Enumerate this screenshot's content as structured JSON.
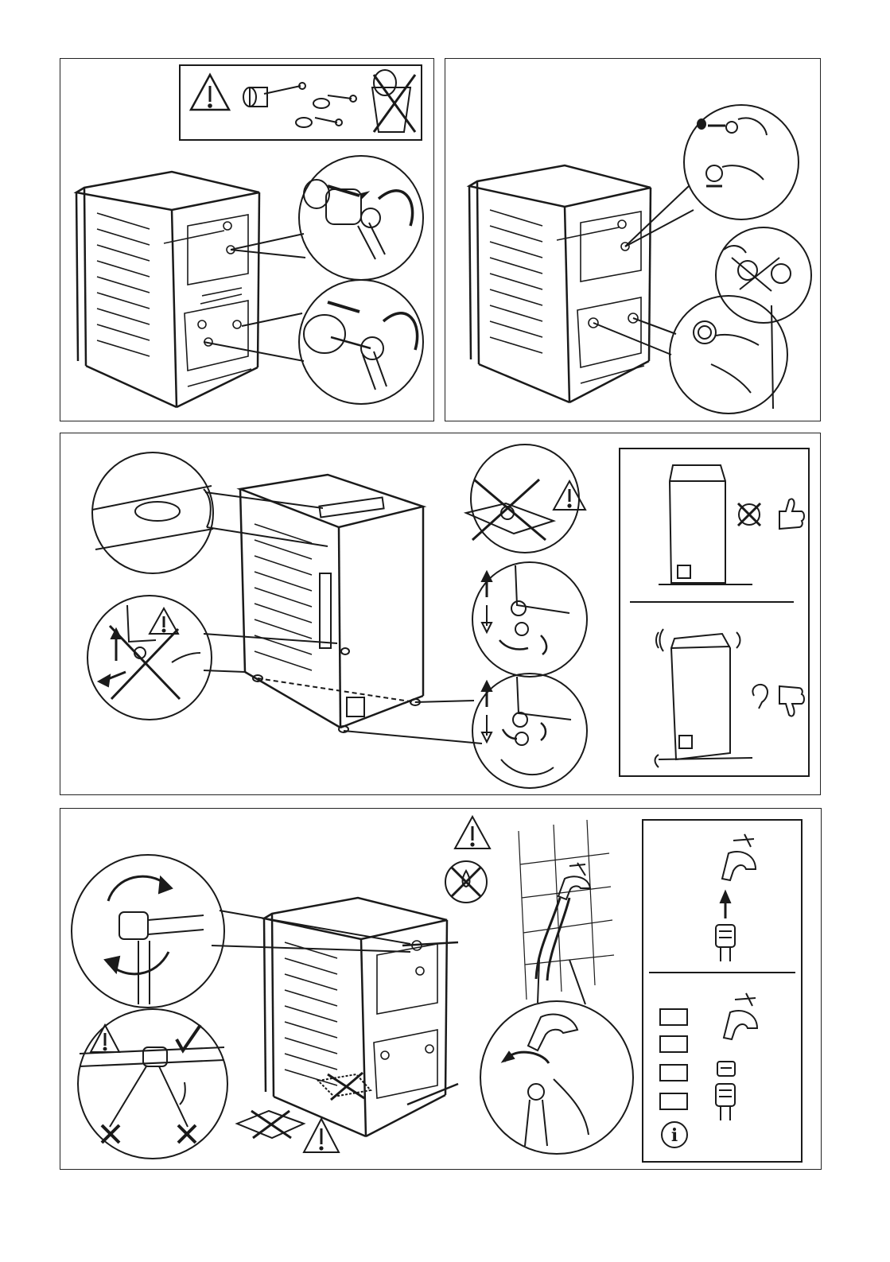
{
  "page": {
    "title": "",
    "info_symbol": "i"
  },
  "panels": [
    {
      "id": "remove-transit-bolts",
      "kind": "illustration"
    },
    {
      "id": "insert-plastic-caps",
      "kind": "illustration"
    },
    {
      "id": "levelling",
      "kind": "illustration"
    },
    {
      "id": "water-inlet-hose",
      "kind": "illustration"
    }
  ],
  "icons": [
    "warning-icon",
    "prohibited-icon",
    "thumbs-up-icon",
    "thumbs-down-icon",
    "ear-icon",
    "info-icon",
    "checkmark-icon",
    "cross-icon",
    "arrow-icon"
  ],
  "colors": {
    "line": "#1a1a1a",
    "background": "#ffffff"
  }
}
